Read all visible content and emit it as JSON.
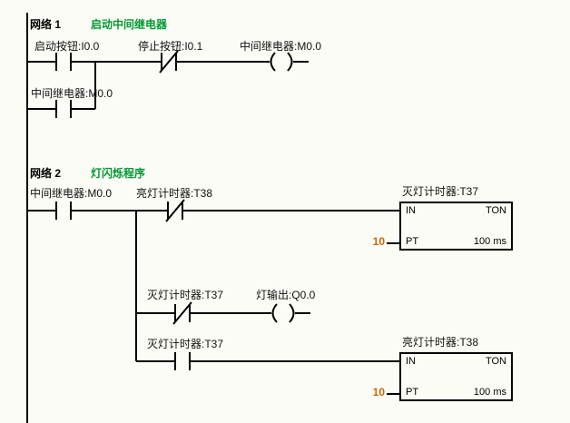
{
  "colors": {
    "background": "#fcfcf6",
    "wire": "#000000",
    "network_title_green": "#009933",
    "label": "#111111",
    "pt_value_orange": "#cc6600"
  },
  "network1": {
    "id": "网络 1",
    "title": "启动中间继电器",
    "start_contact": "启动按钮:I0.0",
    "stop_contact": "停止按钮:I0.1",
    "output_coil": "中间继电器:M0.0",
    "seal_contact": "中间继电器:M0.0"
  },
  "network2": {
    "id": "网络 2",
    "title": "灯闪烁程序",
    "rung1": {
      "contact1": "中间继电器:M0.0",
      "contact2": "亮灯计时器:T38",
      "timer": {
        "label": "灭灯计时器:T37",
        "in": "IN",
        "type": "TON",
        "pt": "PT",
        "pt_value": "10",
        "time_base": "100 ms"
      }
    },
    "rung2": {
      "contact": "灭灯计时器:T37",
      "coil": "灯输出:Q0.0"
    },
    "rung3": {
      "contact": "灭灯计时器:T37",
      "timer": {
        "label": "亮灯计时器:T38",
        "in": "IN",
        "type": "TON",
        "pt": "PT",
        "pt_value": "10",
        "time_base": "100 ms"
      }
    }
  }
}
